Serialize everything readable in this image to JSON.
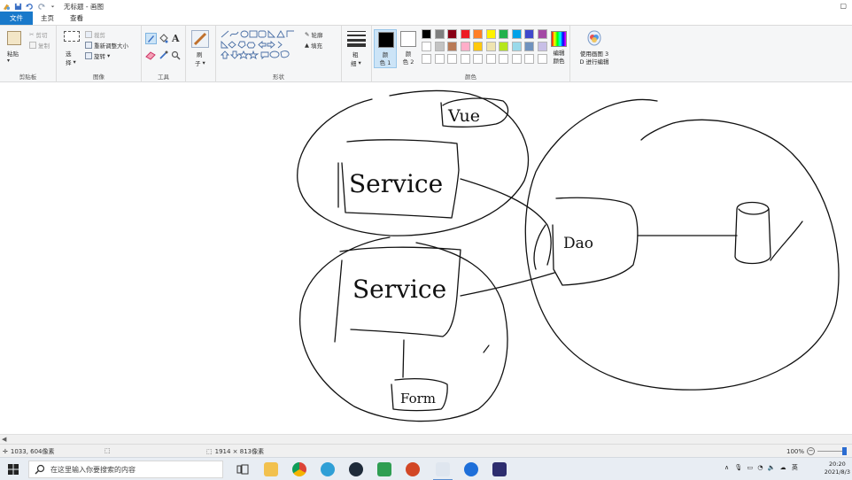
{
  "titlebar": {
    "title": "无标题 - 画图",
    "quick_access": [
      "save-icon",
      "undo-icon",
      "redo-icon",
      "dropdown-icon"
    ]
  },
  "tabs": [
    {
      "label": "文件"
    },
    {
      "label": "主页"
    },
    {
      "label": "查看"
    }
  ],
  "ribbon": {
    "clipboard": {
      "label": "剪贴板",
      "paste": "粘贴",
      "cut": "剪切",
      "copy": "复制"
    },
    "image": {
      "label": "图像",
      "select": "选",
      "select2": "择",
      "crop": "裁剪",
      "resize": "重新调整大小",
      "rotate": "旋转"
    },
    "tools": {
      "label": "工具"
    },
    "brushes": {
      "label1": "刷",
      "label2": "子"
    },
    "shapes": {
      "label": "形状",
      "outline": "轮廓",
      "fill": "填充"
    },
    "size": {
      "label1": "粗",
      "label2": "细"
    },
    "colors": {
      "label": "颜色",
      "color1_label1": "颜",
      "color1_label2": "色 1",
      "color2_label1": "颜",
      "color2_label2": "色 2",
      "edit_label1": "编辑",
      "edit_label2": "颜色",
      "color1": "#000000",
      "color2": "#ffffff",
      "palette_row1": [
        "#000000",
        "#7f7f7f",
        "#880015",
        "#ed1c24",
        "#ff7f27",
        "#fff200",
        "#22b14c",
        "#00a2e8",
        "#3f48cc",
        "#a349a4"
      ],
      "palette_row2": [
        "#ffffff",
        "#c3c3c3",
        "#b97a57",
        "#ffaec9",
        "#ffc90e",
        "#efe4b0",
        "#b5e61d",
        "#99d9ea",
        "#7092be",
        "#c8bfe7"
      ],
      "palette_row3": [
        "#ffffff",
        "#ffffff",
        "#ffffff",
        "#ffffff",
        "#ffffff",
        "#ffffff",
        "#ffffff",
        "#ffffff",
        "#ffffff",
        "#ffffff"
      ]
    },
    "paint3d": {
      "label1": "使用画图 3",
      "label2": "D 进行编辑"
    }
  },
  "statusbar": {
    "cursor_pos": "1033, 604像素",
    "canvas_size": "1914 × 813像素",
    "zoom": "100%"
  },
  "taskbar": {
    "search_placeholder": "在这里输入你要搜索的内容",
    "ime": "英",
    "time": "20:20",
    "date": "2021/8/3"
  },
  "drawing": {
    "labels": [
      "Vue",
      "Service",
      "Service",
      "Dao",
      "Form"
    ]
  }
}
